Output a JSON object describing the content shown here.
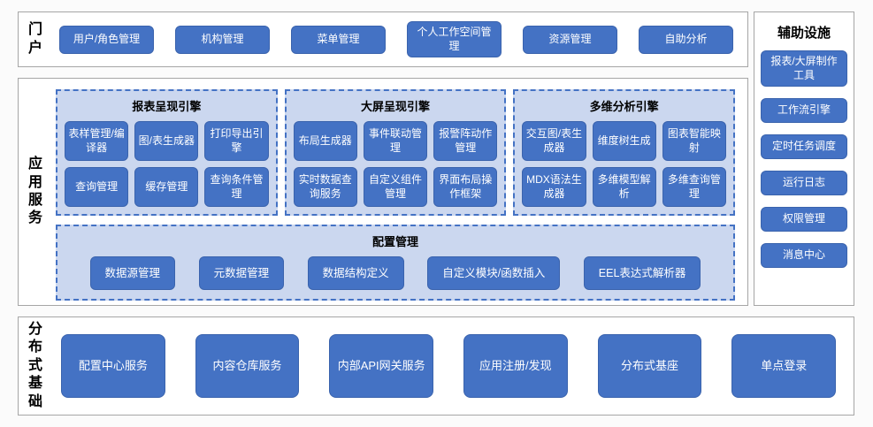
{
  "portal": {
    "label": "门户",
    "items": [
      "用户/角色管理",
      "机构管理",
      "菜单管理",
      "个人工作空间管理",
      "资源管理",
      "自助分析"
    ]
  },
  "app_services": {
    "label": "应用服务",
    "engines": [
      {
        "title": "报表呈现引擎",
        "items": [
          "表样管理/编译器",
          "图/表生成器",
          "打印导出引擎",
          "查询管理",
          "缓存管理",
          "查询条件管理"
        ]
      },
      {
        "title": "大屏呈现引擎",
        "items": [
          "布局生成器",
          "事件联动管理",
          "报警阵动作管理",
          "实时数据查询服务",
          "自定义组件管理",
          "界面布局操作框架"
        ]
      },
      {
        "title": "多维分析引擎",
        "items": [
          "交互图/表生成器",
          "维度树生成",
          "图表智能映射",
          "MDX语法生成器",
          "多维模型解析",
          "多维查询管理"
        ]
      }
    ],
    "config": {
      "title": "配置管理",
      "items": [
        "数据源管理",
        "元数据管理",
        "数据结构定义",
        "自定义模块/函数插入",
        "EEL表达式解析器"
      ]
    }
  },
  "distributed": {
    "label": "分布式基础",
    "items": [
      "配置中心服务",
      "内容仓库服务",
      "内部API网关服务",
      "应用注册/发现",
      "分布式基座",
      "单点登录"
    ]
  },
  "auxiliary": {
    "title": "辅助设施",
    "items": [
      "报表/大屏制作工具",
      "工作流引擎",
      "定时任务调度",
      "运行日志",
      "权限管理",
      "消息中心"
    ]
  },
  "colors": {
    "node_blue": "#4472C4",
    "panel_light_blue": "#CBD7EF",
    "dashed_border_blue": "#4472C4",
    "section_border_gray": "#A6A6A6"
  }
}
